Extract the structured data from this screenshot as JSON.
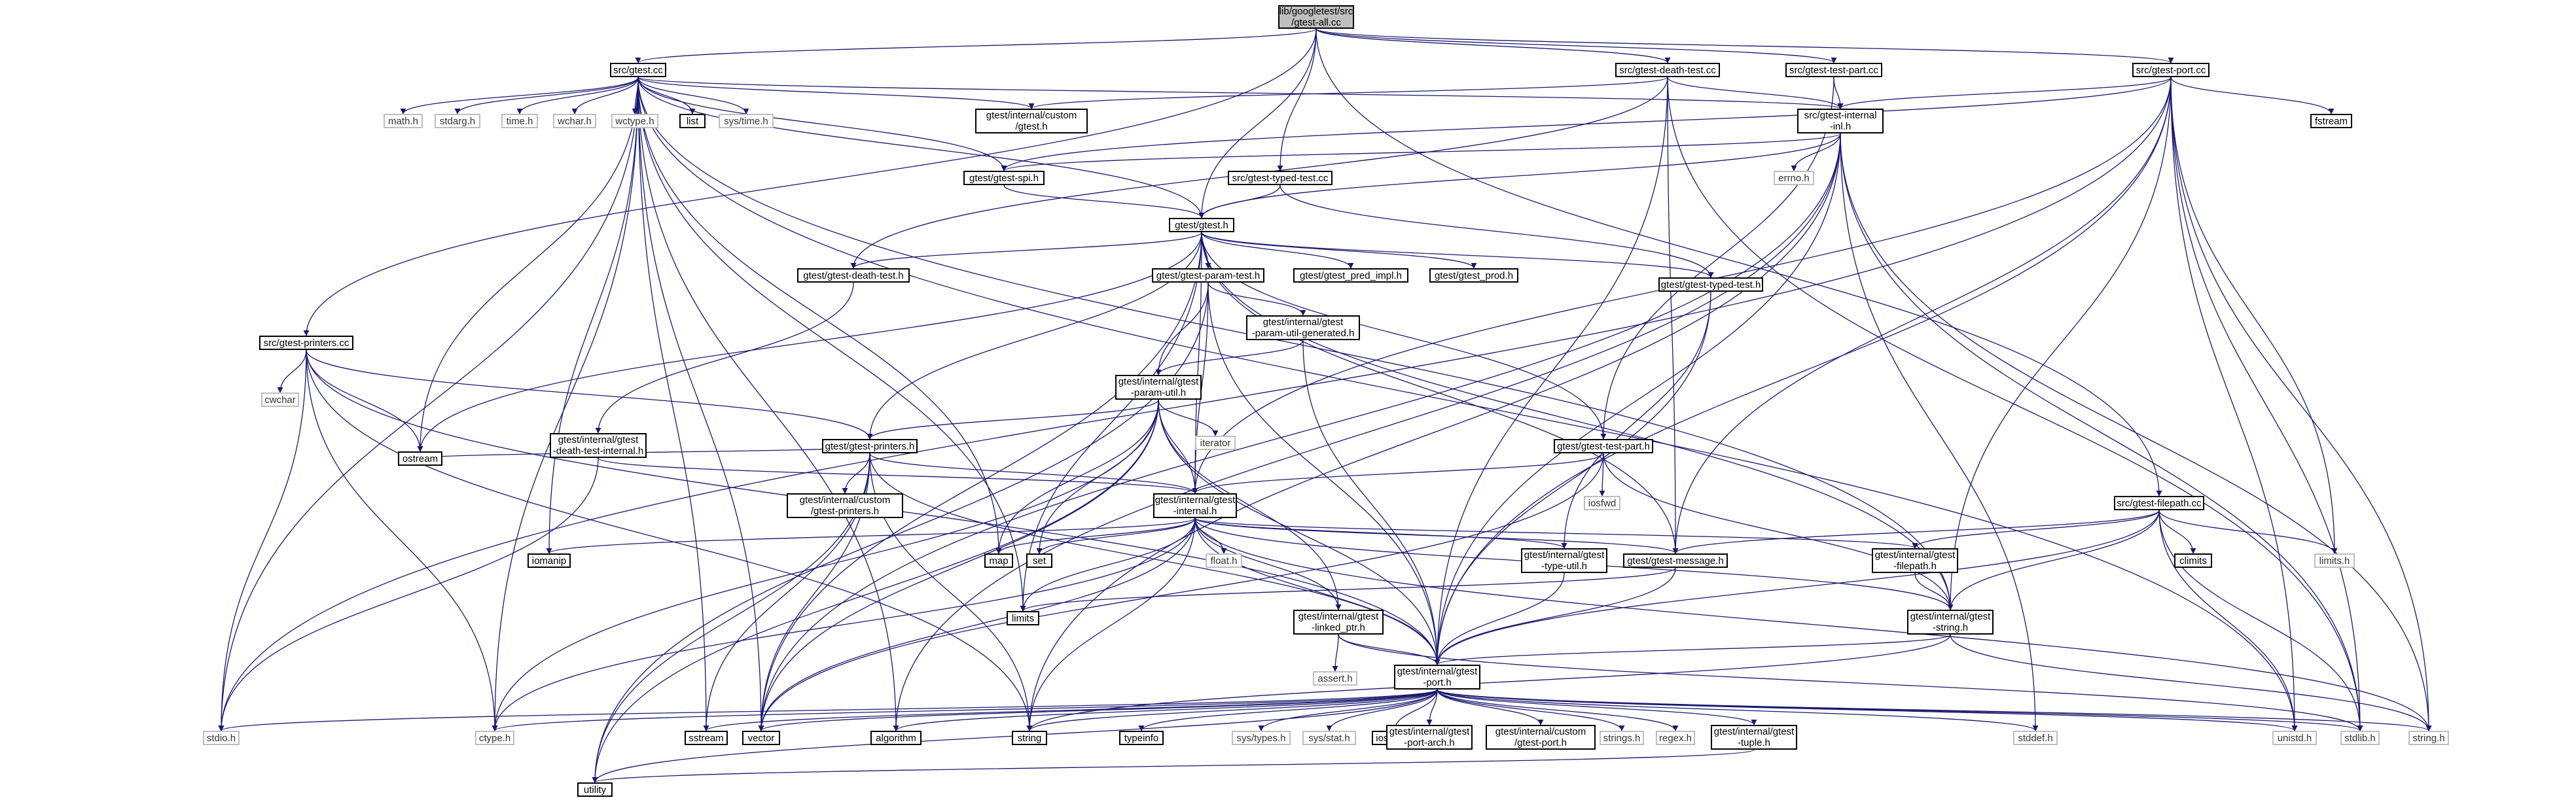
{
  "colors": {
    "edge": "#191970",
    "box_border": "#000000",
    "system_border": "#bfbfbf",
    "root_fill": "#bfbfbf"
  },
  "nodes": {
    "root": "lib/googletest/src\n/gtest-all.cc",
    "gtest_cc": "src/gtest.cc",
    "death_test_cc": "src/gtest-death-test.cc",
    "test_part_cc": "src/gtest-test-part.cc",
    "port_cc": "src/gtest-port.cc",
    "printers_cc": "src/gtest-printers.cc",
    "filepath_cc": "src/gtest-filepath.cc",
    "typed_test_cc": "src/gtest-typed-test.cc",
    "math_h": "math.h",
    "stdarg_h": "stdarg.h",
    "time_h": "time.h",
    "wchar_h": "wchar.h",
    "wctype_h": "wctype.h",
    "list": "list",
    "sys_time_h": "sys/time.h",
    "custom_gtest_h": "gtest/internal/custom\n/gtest.h",
    "internal_inl_h": "src/gtest-internal\n-inl.h",
    "fstream": "fstream",
    "errno_h": "errno.h",
    "gtest_spi_h": "gtest/gtest-spi.h",
    "gtest_h": "gtest/gtest.h",
    "death_test_h": "gtest/gtest-death-test.h",
    "param_test_h": "gtest/gtest-param-test.h",
    "pred_impl_h": "gtest/gtest_pred_impl.h",
    "gtest_prod_h": "gtest/gtest_prod.h",
    "param_util_gen_h": "gtest/internal/gtest\n-param-util-generated.h",
    "typed_test_h": "gtest/gtest-typed-test.h",
    "param_util_h": "gtest/internal/gtest\n-param-util.h",
    "cwchar": "cwchar",
    "death_test_internal_h": "gtest/internal/gtest\n-death-test-internal.h",
    "ostream": "ostream",
    "gtest_printers_h": "gtest/gtest-printers.h",
    "iterator": "iterator",
    "gtest_test_part_h": "gtest/gtest-test-part.h",
    "iosfwd": "iosfwd",
    "custom_printers_h": "gtest/internal/custom\n/gtest-printers.h",
    "gtest_internal_h": "gtest/internal/gtest\n-internal.h",
    "iomanip": "iomanip",
    "map": "map",
    "set": "set",
    "float_h": "float.h",
    "type_util_h": "gtest/internal/gtest\n-type-util.h",
    "gtest_message_h": "gtest/gtest-message.h",
    "filepath_h": "gtest/internal/gtest\n-filepath.h",
    "climits": "climits",
    "limits_h": "limits.h",
    "limits": "limits",
    "linked_ptr_h": "gtest/internal/gtest\n-linked_ptr.h",
    "gtest_string_h": "gtest/internal/gtest\n-string.h",
    "assert_h": "assert.h",
    "gtest_port_h": "gtest/internal/gtest\n-port.h",
    "stdio_h": "stdio.h",
    "ctype_h": "ctype.h",
    "sstream": "sstream",
    "vector": "vector",
    "algorithm": "algorithm",
    "string": "string",
    "typeinfo": "typeinfo",
    "sys_types_h": "sys/types.h",
    "sys_stat_h": "sys/stat.h",
    "iostream": "iostream",
    "port_arch_h": "gtest/internal/gtest\n-port-arch.h",
    "custom_port_h": "gtest/internal/custom\n/gtest-port.h",
    "strings_h": "strings.h",
    "regex_h": "regex.h",
    "tuple_h": "gtest/internal/gtest\n-tuple.h",
    "stddef_h": "stddef.h",
    "unistd_h": "unistd.h",
    "stdlib_h": "stdlib.h",
    "string_h": "string.h",
    "utility": "utility"
  }
}
